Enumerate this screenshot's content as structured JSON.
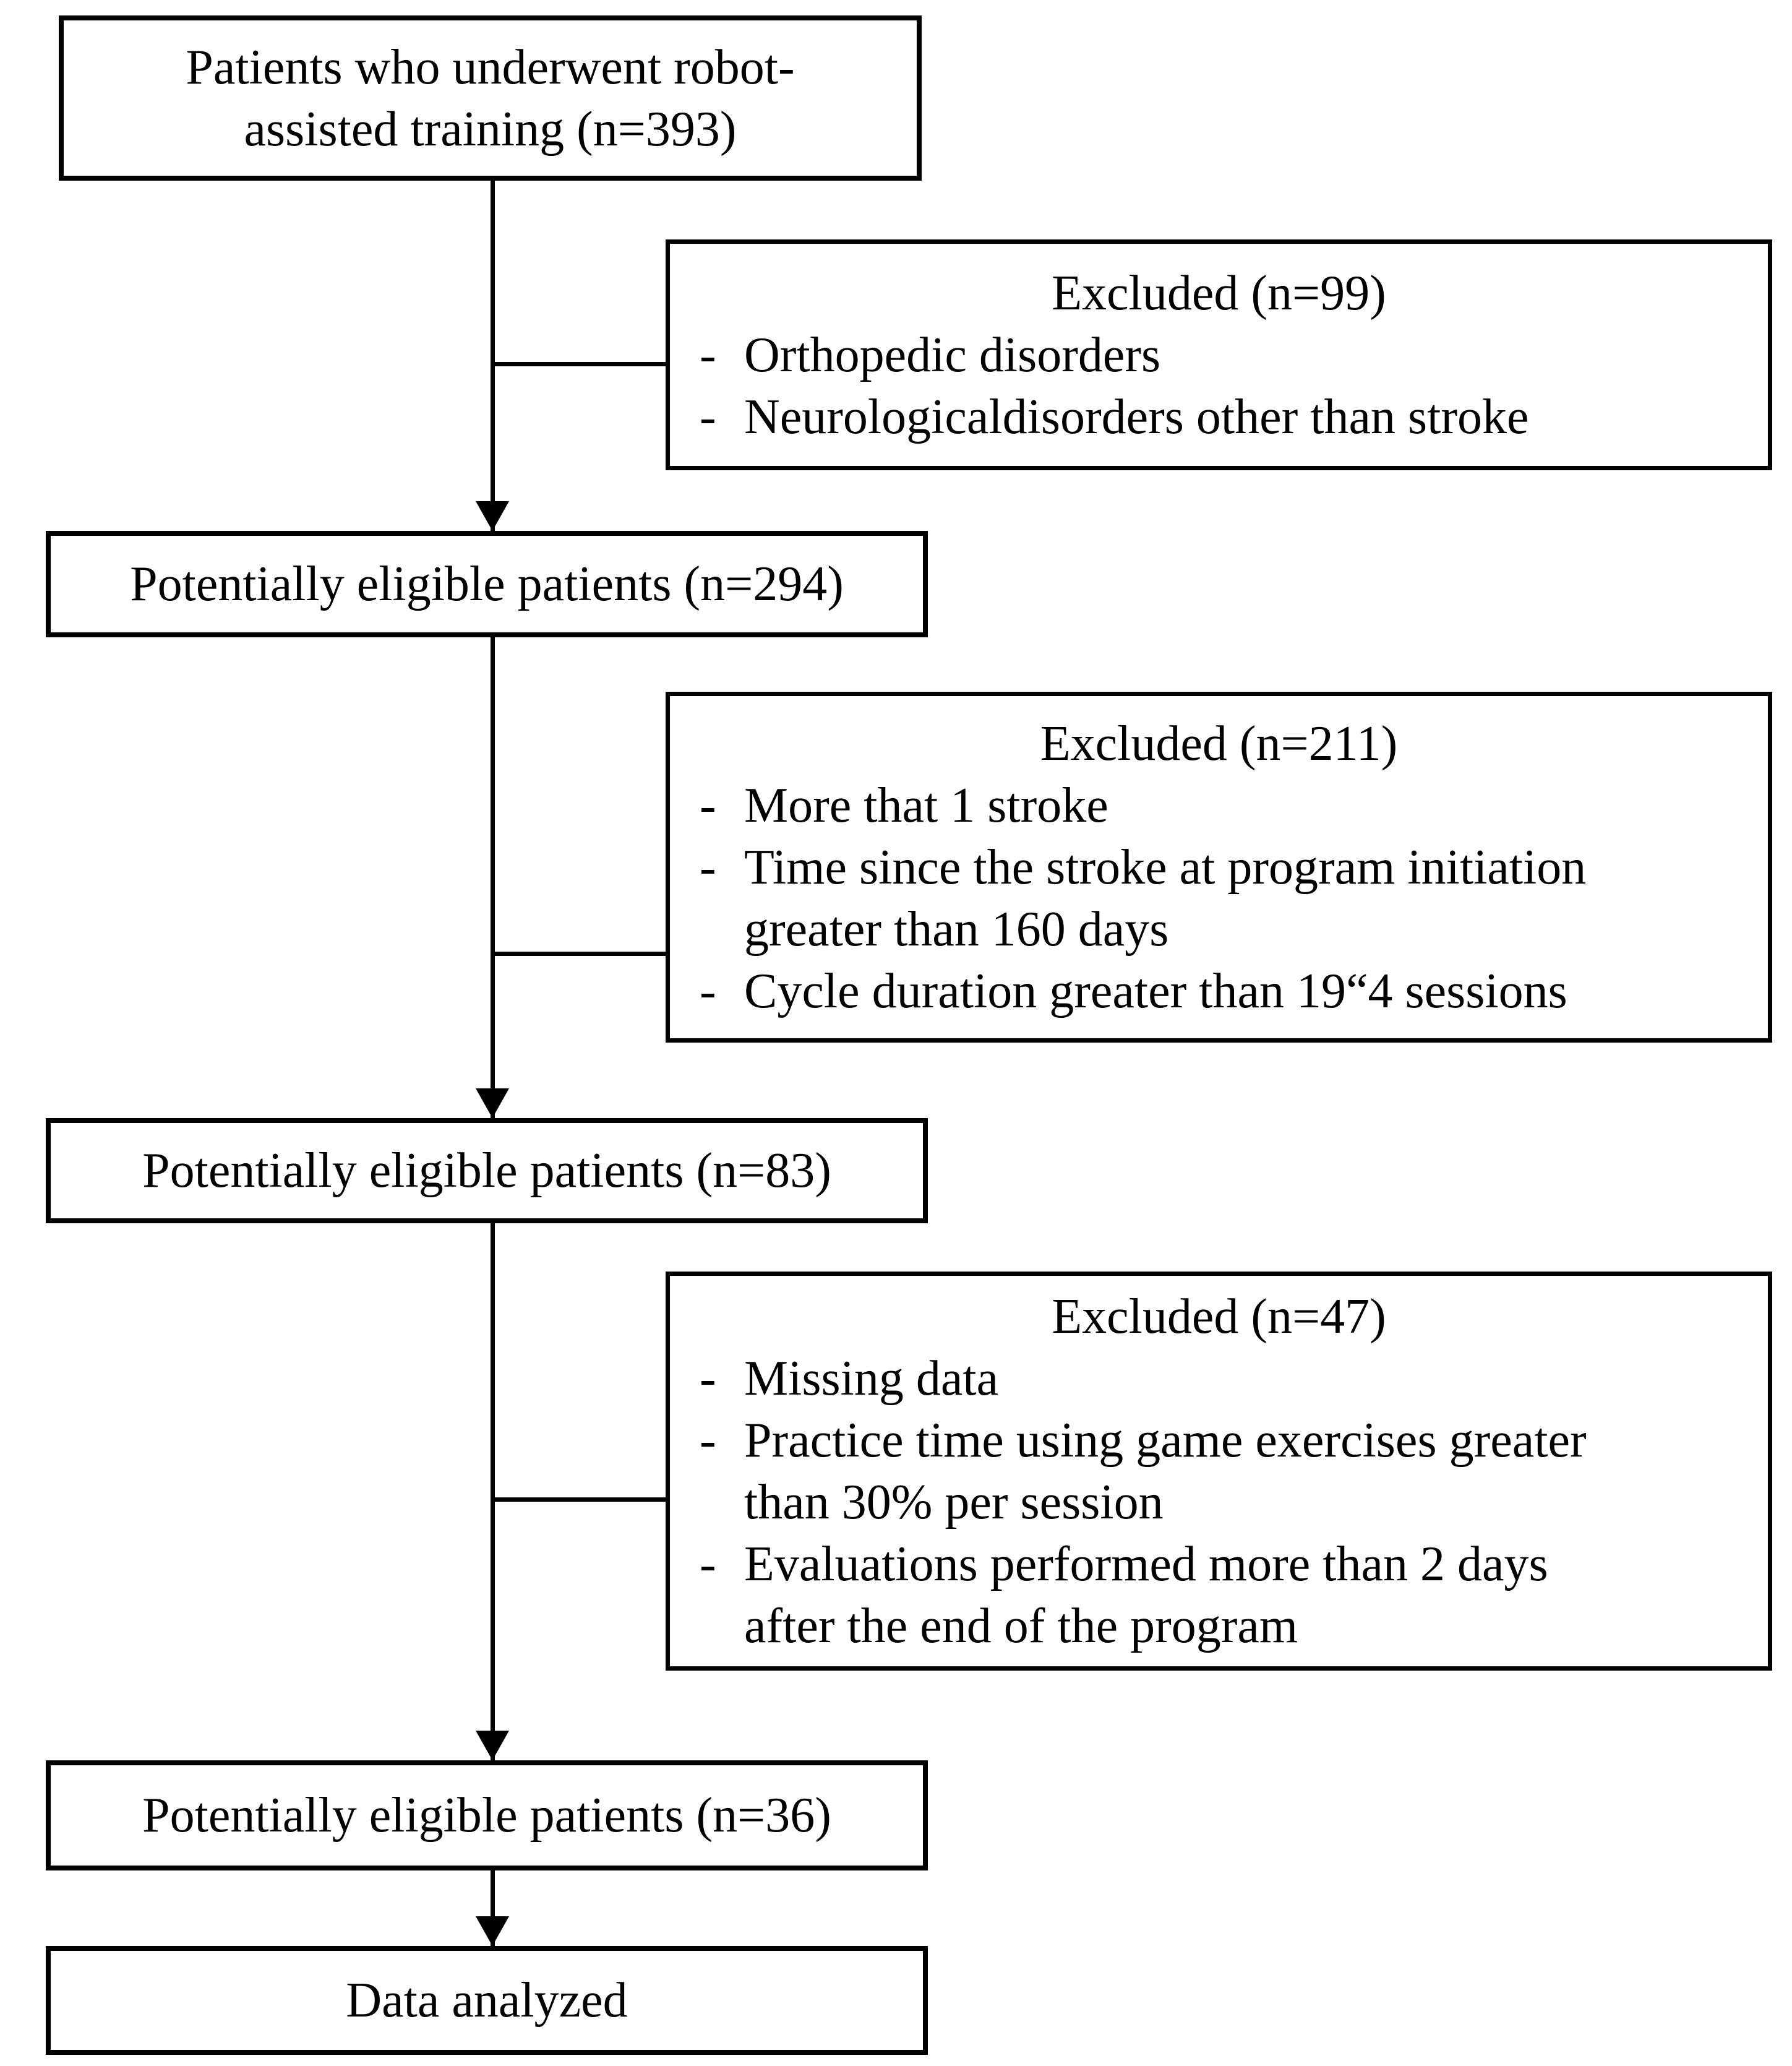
{
  "figure": {
    "type": "flowchart",
    "background_color": "#ffffff",
    "line_color": "#000000",
    "text_color": "#000000"
  },
  "bullet_char": "-",
  "steps": [
    {
      "name": "enrolled",
      "lines": [
        "Patients who underwent robot-",
        "assisted training (n=393)"
      ]
    },
    {
      "name": "eligible-1",
      "lines": [
        "Potentially eligible patients (n=294)"
      ]
    },
    {
      "name": "eligible-2",
      "lines": [
        "Potentially eligible patients (n=83)"
      ]
    },
    {
      "name": "eligible-3",
      "lines": [
        "Potentially eligible patients (n=36)"
      ]
    },
    {
      "name": "analyzed",
      "lines": [
        "Data analyzed"
      ]
    }
  ],
  "exclusions": [
    {
      "title": "Excluded (n=99)",
      "items": [
        [
          "Orthopedic disorders"
        ],
        [
          "Neurologicaldisorders other than stroke"
        ]
      ]
    },
    {
      "title": "Excluded (n=211)",
      "items": [
        [
          "More that 1 stroke"
        ],
        [
          "Time since the stroke at program initiation",
          "greater than 160 days"
        ],
        [
          "Cycle duration greater than 19“4 sessions"
        ]
      ]
    },
    {
      "title": "Excluded (n=47)",
      "items": [
        [
          "Missing data"
        ],
        [
          "Practice time using game exercises greater",
          "than 30% per session"
        ],
        [
          "Evaluations performed more than 2 days",
          "after the end of the program"
        ]
      ]
    }
  ]
}
